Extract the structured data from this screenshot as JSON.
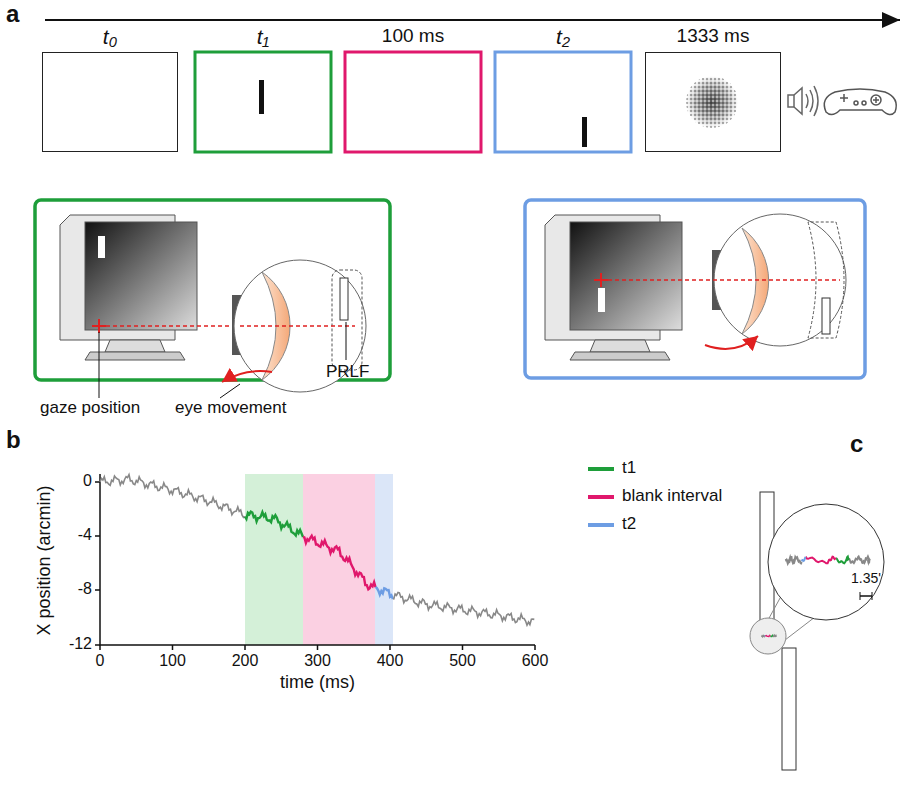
{
  "diagram": {
    "nodes": [
      {
        "text": [
          "t₀"
        ]
      },
      {
        "text": [
          "t₁"
        ]
      },
      {
        "text": [
          "100 ms"
        ]
      },
      {
        "text": [
          "t₂"
        ]
      },
      {
        "text": [
          "1333 ms"
        ]
      }
    ],
    "edges": [],
    "labels": [
      "a",
      "gaze position",
      "eye movement",
      "PRLF",
      "b",
      "X position (arcmin)",
      "0",
      "-4",
      "-8",
      "-12",
      "0",
      "100",
      "200",
      "300",
      "400",
      "500",
      "600",
      "time (ms)",
      "c",
      "1.35'"
    ],
    "legend": [
      {
        "text": "t1",
        "color": "#1e9e3a"
      },
      {
        "text": "blank interval",
        "color": "#e0186c"
      },
      {
        "text": "t2",
        "color": "#6d9de3"
      }
    ]
  }
}
